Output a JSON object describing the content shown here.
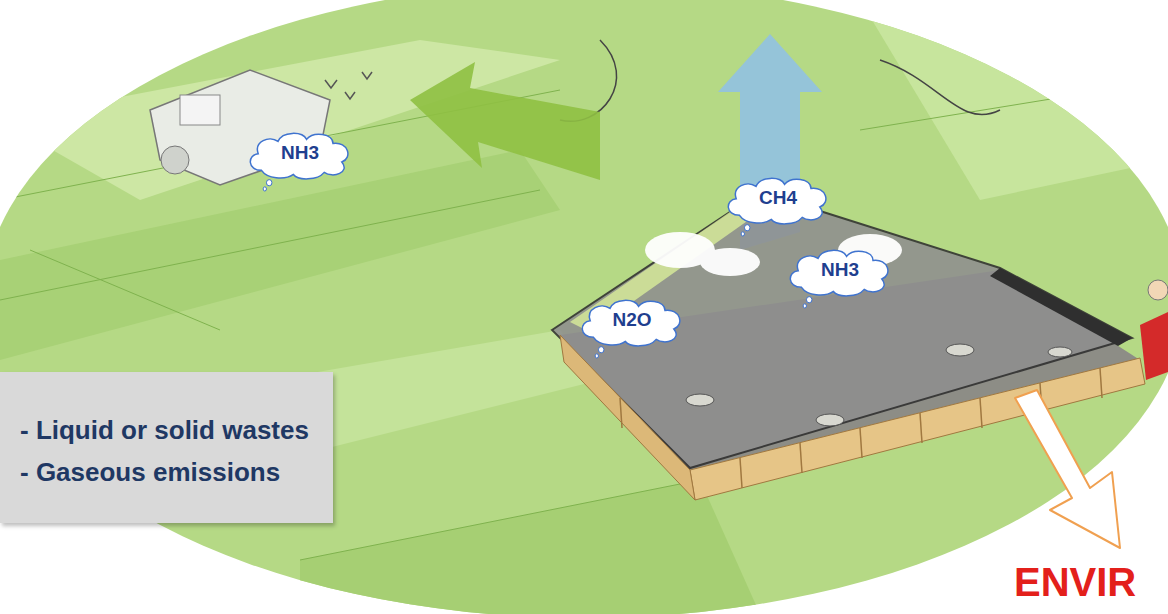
{
  "diagram": {
    "nodes": [
      {
        "text": [
          "NH3"
        ]
      },
      {
        "text": [
          "CH4"
        ]
      },
      {
        "text": [
          "NH3"
        ]
      },
      {
        "text": [
          "N2O"
        ]
      },
      {
        "text": [
          "- Liquid or solid wastes",
          "- Gaseous emissions"
        ]
      }
    ],
    "labels": [
      "ENVIR"
    ]
  }
}
